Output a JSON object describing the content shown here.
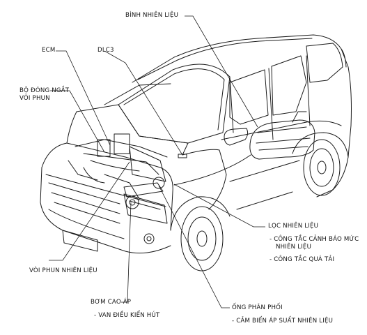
{
  "labels": {
    "fuel_tank": "BÌNH NHIÊN LIỆU",
    "ecm": "ECM",
    "dlc3": "DLC3",
    "injector_cutoff_1": "BỘ ĐÓNG NGẮT",
    "injector_cutoff_2": "VÒI PHUN",
    "fuel_filter": "LỌC NHIÊN LIỆU",
    "fuel_filter_warning_1": "- CÔNG TẮC CẢNH BÁO MỨC",
    "fuel_filter_warning_2": "NHIÊN LIỆU",
    "fuel_filter_overload": "- CÔNG TẮC QUÁ TẢI",
    "injector": "VÒI PHUN NHIÊN LIỆU",
    "hp_pump": "BƠM CAO ÁP",
    "suction_valve": "- VAN ĐIỀU KIỂN HÚT",
    "common_rail": "ỐNG PHÂN PHỐI",
    "rail_pressure_sensor": "- CẢM BIẾN ÁP SUẤT NHIÊN LIỆU"
  },
  "colors": {
    "line": "#1a1a1a",
    "background": "#ffffff"
  }
}
